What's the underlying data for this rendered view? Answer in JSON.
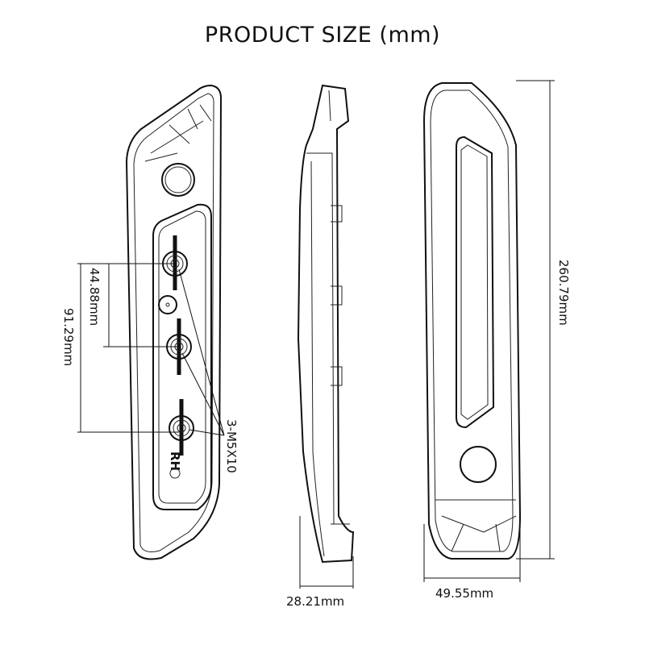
{
  "title": "PRODUCT SIZE (mm)",
  "dimensions": {
    "hole_spacing_small": "44.88mm",
    "hole_spacing_large": "91.29mm",
    "screw_spec": "3-M5X10",
    "depth": "28.21mm",
    "width": "49.55mm",
    "length": "260.79mm"
  },
  "marking": "RH"
}
